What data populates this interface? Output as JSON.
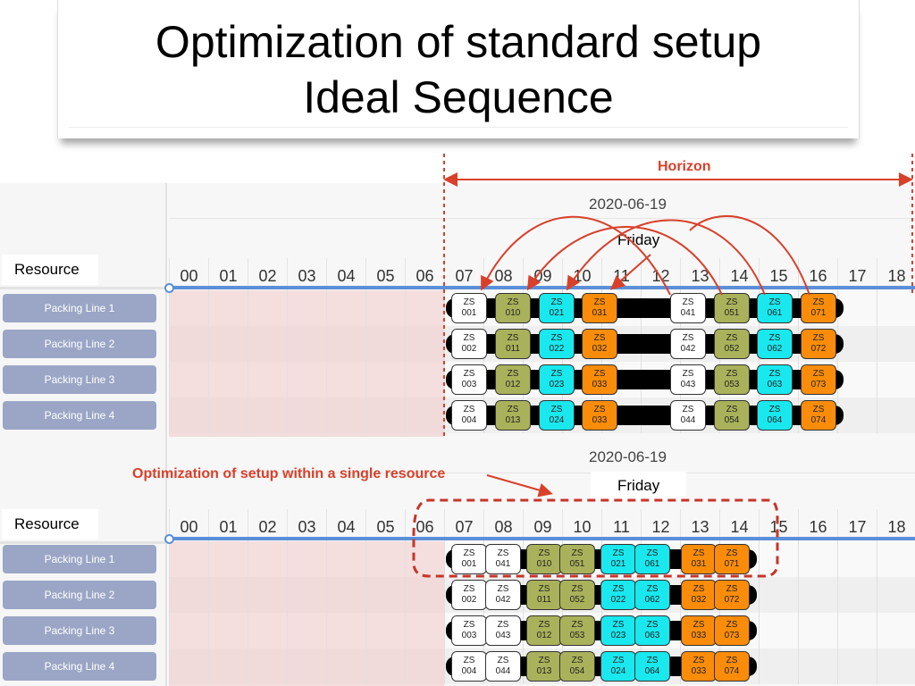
{
  "title": {
    "line1": "Optimization of standard setup",
    "line2": "Ideal Sequence"
  },
  "annotations": {
    "horizon": "Horizon",
    "single_resource": "Optimization of setup within a single resource"
  },
  "colors": {
    "annotation_red": "#d8402a",
    "timeline_blue": "#5b8fd8",
    "resource_button": "#9ba6c6",
    "task_white": "#ffffff",
    "task_olive": "#a9b25a",
    "task_cyan": "#19e8ee",
    "task_orange": "#fa8c0a"
  },
  "gantt_top": {
    "date": "2020-06-19",
    "day": "Friday",
    "resource_header": "Resource",
    "hours": [
      "00",
      "01",
      "02",
      "03",
      "04",
      "05",
      "06",
      "07",
      "08",
      "09",
      "10",
      "11",
      "12",
      "13",
      "14",
      "15",
      "16",
      "17",
      "18"
    ],
    "resources": [
      {
        "label": "Packing Line 1",
        "tasks": [
          {
            "id": "ZS 001",
            "color": "white"
          },
          {
            "id": "ZS 010",
            "color": "olive"
          },
          {
            "id": "ZS 021",
            "color": "cyan"
          },
          {
            "id": "ZS 031",
            "color": "orange"
          },
          {
            "id": "ZS 041",
            "color": "white"
          },
          {
            "id": "ZS 051",
            "color": "olive"
          },
          {
            "id": "ZS 061",
            "color": "cyan"
          },
          {
            "id": "ZS 071",
            "color": "orange"
          }
        ]
      },
      {
        "label": "Packing Line  2",
        "tasks": [
          {
            "id": "ZS 002",
            "color": "white"
          },
          {
            "id": "ZS 011",
            "color": "olive"
          },
          {
            "id": "ZS 022",
            "color": "cyan"
          },
          {
            "id": "ZS 032",
            "color": "orange"
          },
          {
            "id": "ZS 042",
            "color": "white"
          },
          {
            "id": "ZS 052",
            "color": "olive"
          },
          {
            "id": "ZS 062",
            "color": "cyan"
          },
          {
            "id": "ZS 072",
            "color": "orange"
          }
        ]
      },
      {
        "label": "Packing Line 3",
        "tasks": [
          {
            "id": "ZS 003",
            "color": "white"
          },
          {
            "id": "ZS 012",
            "color": "olive"
          },
          {
            "id": "ZS 023",
            "color": "cyan"
          },
          {
            "id": "ZS 033",
            "color": "orange"
          },
          {
            "id": "ZS 043",
            "color": "white"
          },
          {
            "id": "ZS 053",
            "color": "olive"
          },
          {
            "id": "ZS 063",
            "color": "cyan"
          },
          {
            "id": "ZS 073",
            "color": "orange"
          }
        ]
      },
      {
        "label": "Packing Line  4",
        "tasks": [
          {
            "id": "ZS 004",
            "color": "white"
          },
          {
            "id": "ZS 013",
            "color": "olive"
          },
          {
            "id": "ZS 024",
            "color": "cyan"
          },
          {
            "id": "ZS 033",
            "color": "orange"
          },
          {
            "id": "ZS 044",
            "color": "white"
          },
          {
            "id": "ZS 054",
            "color": "olive"
          },
          {
            "id": "ZS 064",
            "color": "cyan"
          },
          {
            "id": "ZS 074",
            "color": "orange"
          }
        ]
      }
    ]
  },
  "gantt_bottom": {
    "date": "2020-06-19",
    "day": "Friday",
    "resource_header": "Resource",
    "hours": [
      "00",
      "01",
      "02",
      "03",
      "04",
      "05",
      "06",
      "07",
      "08",
      "09",
      "10",
      "11",
      "12",
      "13",
      "14",
      "15",
      "16",
      "17",
      "18"
    ],
    "resources": [
      {
        "label": "Packing Line 1",
        "tasks": [
          {
            "id": "ZS 001",
            "color": "white"
          },
          {
            "id": "ZS 041",
            "color": "white"
          },
          {
            "id": "ZS 010",
            "color": "olive"
          },
          {
            "id": "ZS 051",
            "color": "olive"
          },
          {
            "id": "ZS 021",
            "color": "cyan"
          },
          {
            "id": "ZS 061",
            "color": "cyan"
          },
          {
            "id": "ZS 031",
            "color": "orange"
          },
          {
            "id": "ZS 071",
            "color": "orange"
          }
        ]
      },
      {
        "label": "Packing Line  2",
        "tasks": [
          {
            "id": "ZS 002",
            "color": "white"
          },
          {
            "id": "ZS 042",
            "color": "white"
          },
          {
            "id": "ZS 011",
            "color": "olive"
          },
          {
            "id": "ZS 052",
            "color": "olive"
          },
          {
            "id": "ZS 022",
            "color": "cyan"
          },
          {
            "id": "ZS 062",
            "color": "cyan"
          },
          {
            "id": "ZS 032",
            "color": "orange"
          },
          {
            "id": "ZS 072",
            "color": "orange"
          }
        ]
      },
      {
        "label": "Packing Line 3",
        "tasks": [
          {
            "id": "ZS 003",
            "color": "white"
          },
          {
            "id": "ZS 043",
            "color": "white"
          },
          {
            "id": "ZS 012",
            "color": "olive"
          },
          {
            "id": "ZS 053",
            "color": "olive"
          },
          {
            "id": "ZS 023",
            "color": "cyan"
          },
          {
            "id": "ZS 063",
            "color": "cyan"
          },
          {
            "id": "ZS 033",
            "color": "orange"
          },
          {
            "id": "ZS 073",
            "color": "orange"
          }
        ]
      },
      {
        "label": "Packing Line  4",
        "tasks": [
          {
            "id": "ZS 004",
            "color": "white"
          },
          {
            "id": "ZS 044",
            "color": "white"
          },
          {
            "id": "ZS 013",
            "color": "olive"
          },
          {
            "id": "ZS 054",
            "color": "olive"
          },
          {
            "id": "ZS 024",
            "color": "cyan"
          },
          {
            "id": "ZS 064",
            "color": "cyan"
          },
          {
            "id": "ZS 033",
            "color": "orange"
          },
          {
            "id": "ZS 074",
            "color": "orange"
          }
        ]
      }
    ]
  }
}
